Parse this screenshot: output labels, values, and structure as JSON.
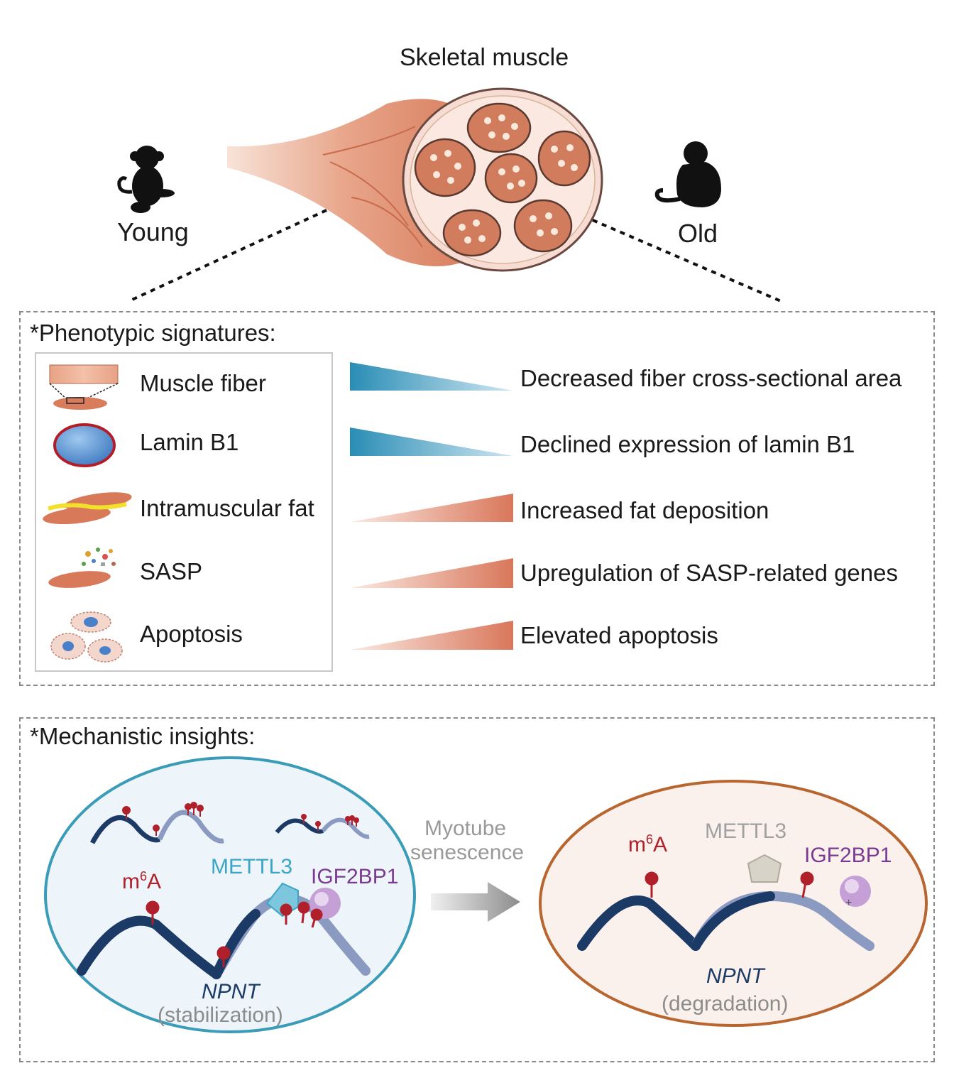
{
  "header": {
    "title": "Skeletal muscle"
  },
  "ages": {
    "young": "Young",
    "old": "Old"
  },
  "phenotypic": {
    "title": "*Phenotypic signatures:",
    "rows": [
      {
        "label": "Muscle fiber",
        "trend": "decrease",
        "effect": "Decreased fiber cross-sectional area",
        "icon": "muscle-fiber-icon"
      },
      {
        "label": "Lamin B1",
        "trend": "decrease",
        "effect": "Declined expression of lamin B1",
        "icon": "nucleus-icon"
      },
      {
        "label": "Intramuscular fat",
        "trend": "increase",
        "effect": "Increased fat deposition",
        "icon": "intramuscular-fat-icon"
      },
      {
        "label": "SASP",
        "trend": "increase",
        "effect": "Upregulation of SASP-related genes",
        "icon": "sasp-icon"
      },
      {
        "label": "Apoptosis",
        "trend": "increase",
        "effect": "Elevated apoptosis",
        "icon": "apoptosis-cells-icon"
      }
    ],
    "colors": {
      "decrease": "#2a8db5",
      "increase": "#d9775a"
    }
  },
  "mechanistic": {
    "title": "*Mechanistic insights:",
    "arrow_label_line1": "Myotube",
    "arrow_label_line2": "senescence",
    "left": {
      "m6a_base": "m",
      "m6a_sup": "6",
      "m6a_tail": "A",
      "writer": "METTL3",
      "reader": "IGF2BP1",
      "gene": "NPNT",
      "state": "(stabilization)"
    },
    "right": {
      "m6a_base": "m",
      "m6a_sup": "6",
      "m6a_tail": "A",
      "writer": "METTL3",
      "reader": "IGF2BP1",
      "gene": "NPNT",
      "state": "(degradation)"
    },
    "colors": {
      "m6a": "#b0202a",
      "writer_active": "#3aa5c4",
      "writer_inactive": "#9a9a9a",
      "reader": "#7b3a92",
      "gene": "#1c3a66",
      "left_cell_border": "#3b9cb8",
      "right_cell_border": "#b8652f"
    }
  }
}
